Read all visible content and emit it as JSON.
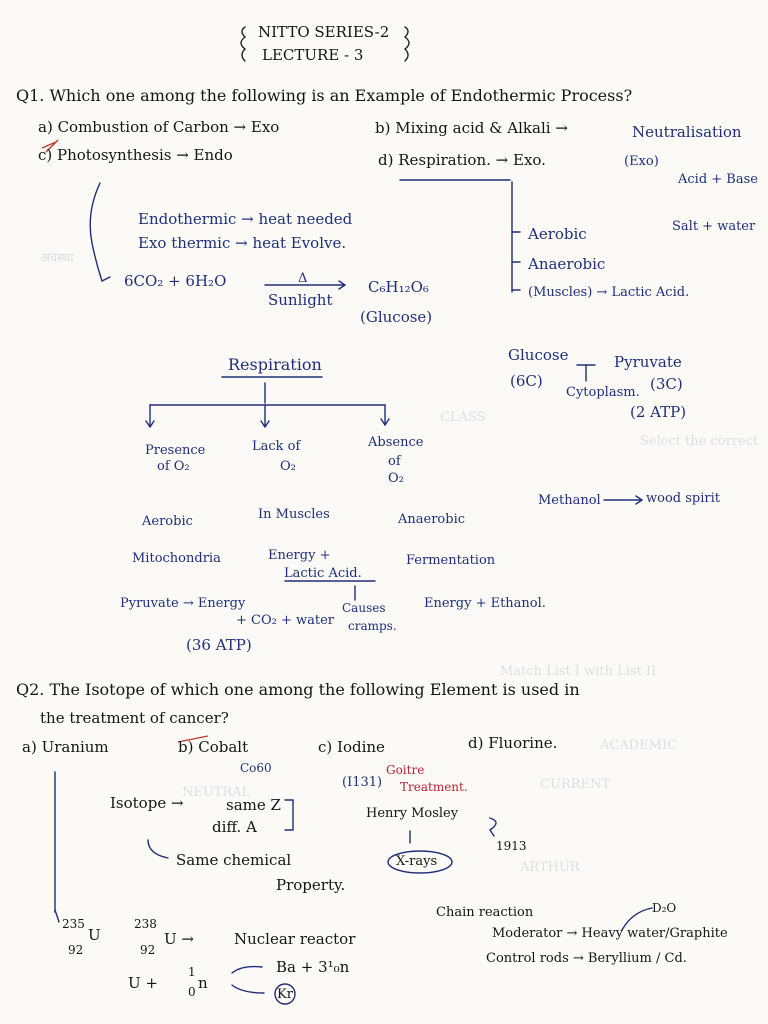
{
  "header": {
    "line1": "NITTO SERIES-2",
    "line2": "LECTURE - 3"
  },
  "q1": {
    "question": "Q1. Which one among the following is an Example of Endothermic Process?",
    "options": {
      "a": "a) Combustion of Carbon → Exo",
      "b": "b) Mixing acid & Alkali →",
      "b_note": "Neutralisation",
      "c": "c) Photosynthesis → Endo",
      "d": "d) Respiration. → Exo."
    },
    "neutral": {
      "exo": "(Exo)",
      "acid_base": "Acid + Base",
      "salt_water": "Salt + water"
    },
    "notes": {
      "endo": "Endothermic → heat needed",
      "exo": "Exo thermic → heat Evolve.",
      "eq_left": "6CO₂ + 6H₂O",
      "delta": "Δ",
      "sunlight": "Sunlight",
      "eq_right": "C₆H₁₂O₆",
      "glucose": "(Glucose)"
    },
    "resp_types": [
      "Aerobic",
      "Anaerobic",
      "(Muscles) → Lactic Acid."
    ],
    "glycolysis": {
      "glucose": "Glucose",
      "six_c": "(6C)",
      "pyruvate": "Pyruvate",
      "three_c": "(3C)",
      "cytoplasm": "Cytoplasm.",
      "atp": "(2 ATP)"
    },
    "methanol": {
      "left": "Methanol",
      "right": "wood spirit"
    }
  },
  "respiration": {
    "title": "Respiration",
    "presence": {
      "l1": "Presence",
      "l2": "of O₂",
      "aerobic": "Aerobic",
      "mito": "Mitochondria",
      "pyruvate": "Pyruvate → Energy",
      "co2": "+ CO₂ + water",
      "atp": "(36 ATP)"
    },
    "lack": {
      "l1": "Lack of",
      "l2": "O₂",
      "muscles": "In Muscles",
      "energy": "Energy +",
      "lactic": "Lactic Acid.",
      "causes": "Causes",
      "cramps": "cramps."
    },
    "absence": {
      "l1": "Absence",
      "l2": "of",
      "l3": "O₂",
      "anaerobic": "Anaerobic",
      "ferment": "Fermentation",
      "energy": "Energy + Ethanol."
    }
  },
  "q2": {
    "question_part1": "Q2. The Isotope of which one among the following Element is used in",
    "question_part2": "the treatment of cancer?",
    "options": {
      "a": "a) Uranium",
      "b": "b) Cobalt",
      "c": "c) Iodine",
      "d": "d) Fluorine."
    },
    "co60": "Co60",
    "goitre": "Goitre",
    "i131": "(I131)",
    "treatment": "Treatment.",
    "isotope": "Isotope →",
    "same_z": "same Z",
    "diff_a": "diff. A",
    "moseley": "Henry Mosley",
    "year": "1913",
    "xrays": "X-rays",
    "same_chem": "Same chemical",
    "property": "Property.",
    "u235_top": "235",
    "u235_bot": "92",
    "u235_sym": "U",
    "u238_top": "238",
    "u238_bot": "92",
    "u238_sym": "U →",
    "nuclear": "Nuclear reactor",
    "fission_left": "U +",
    "neutron_top": "1",
    "neutron_bot": "0",
    "neutron_sym": "n",
    "ba": "Ba + 3¹₀n",
    "kr": "Kr",
    "chain": "Chain reaction",
    "d2o": "D₂O",
    "moderator": "Moderator → Heavy water/Graphite",
    "control": "Control rods → Beryllium / Cd."
  },
  "bleed": [
    "अवस्था",
    "CLASS",
    "Select the correct",
    "Match List I with List II",
    "ACADEMIC",
    "NEUTRAL",
    "CURRENT",
    "ARTHUR"
  ]
}
